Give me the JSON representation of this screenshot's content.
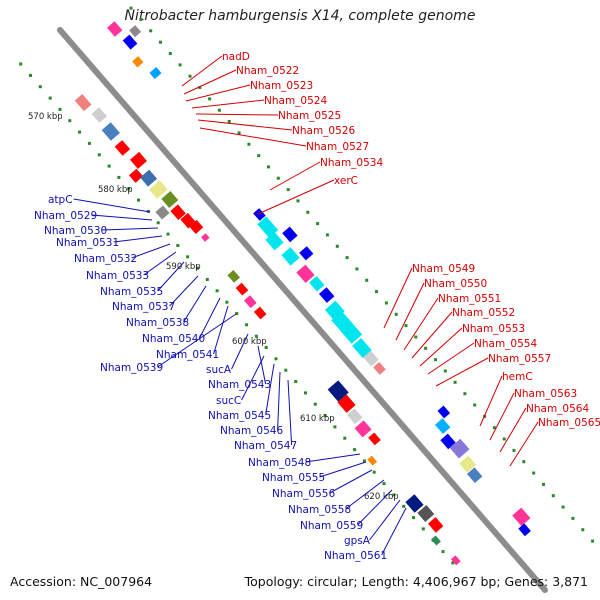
{
  "title": "Nitrobacter hamburgensis X14, complete genome",
  "footer": {
    "accession": "Accession: NC_007964",
    "topology": "Topology: circular; Length: 4,406,967 bp; Genes: 3,871"
  },
  "colors": {
    "red_label": "#d40000",
    "blue_label": "#1010b0",
    "backbone": "#8c8c8c",
    "dot_green": "#2a8a2a"
  },
  "kbp_marks": [
    {
      "label": "570 kbp"
    },
    {
      "label": "580 kbp"
    },
    {
      "label": "590 kbp"
    },
    {
      "label": "600 kbp"
    },
    {
      "label": "610 kbp"
    },
    {
      "label": "620 kbp"
    }
  ],
  "red_genes": [
    "nadD",
    "Nham_0522",
    "Nham_0523",
    "Nham_0524",
    "Nham_0525",
    "Nham_0526",
    "Nham_0527",
    "Nham_0534",
    "xerC",
    "Nham_0549",
    "Nham_0550",
    "Nham_0551",
    "Nham_0552",
    "Nham_0553",
    "Nham_0554",
    "Nham_0557",
    "hemC",
    "Nham_0563",
    "Nham_0564",
    "Nham_0565"
  ],
  "blue_genes": [
    "atpC",
    "Nham_0529",
    "Nham_0530",
    "Nham_0531",
    "Nham_0532",
    "Nham_0533",
    "Nham_0535",
    "Nham_0537",
    "Nham_0538",
    "Nham_0540",
    "Nham_0541",
    "Nham_0539",
    "sucA",
    "Nham_0543",
    "sucC",
    "Nham_0545",
    "Nham_0546",
    "Nham_0547",
    "Nham_0548",
    "Nham_0555",
    "Nham_0556",
    "Nham_0558",
    "Nham_0559",
    "gpsA",
    "Nham_0561"
  ]
}
